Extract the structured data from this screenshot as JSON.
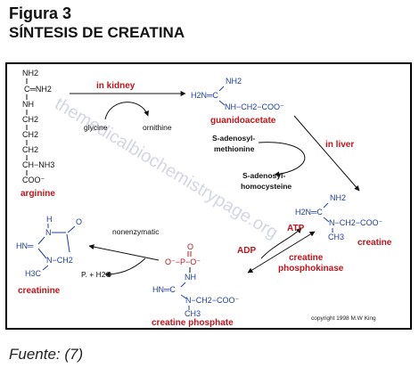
{
  "header": {
    "title": "Figura 3",
    "subtitle": "SÍNTESIS DE CREATINA"
  },
  "footer": {
    "source": "Fuente: (7)"
  },
  "diagram": {
    "watermark": "themedicalbiochemistrypage.org",
    "copyright": "copyright 1998 M.W King",
    "arginine": {
      "nh2": "NH2",
      "c_eq_nh2": "C═NH2",
      "nh": "NH",
      "ch2_a": "CH2",
      "ch2_b": "CH2",
      "ch2_c": "CH2",
      "ch_nh3": "CH−NH3",
      "coo": "COO⁻",
      "name": "arginine"
    },
    "in_kidney": "in kidney",
    "glycine": "glycine",
    "ornithine": "ornithine",
    "guanidoacetate": {
      "nh2": "NH2",
      "h2n_c": "H2N═C",
      "nh_chain": "NH−CH2−COO⁻",
      "name": "guanidoacetate"
    },
    "s_adenosylmethionine_1": "S-adenosyl-",
    "s_adenosylmethionine_2": "methionine",
    "s_adenosylhomocysteine_1": "S-adenosyl-",
    "s_adenosylhomocysteine_2": "homocysteine",
    "in_liver": "in liver",
    "creatine": {
      "nh2": "NH2",
      "h2n_c": "H2N═C",
      "n_chain": "N−CH2−COO⁻",
      "ch3": "CH3",
      "name": "creatine"
    },
    "atp": "ATP",
    "adp": "ADP",
    "creatine_phosphokinase_1": "creatine",
    "creatine_phosphokinase_2": "phosphokinase",
    "creatine_phosphate": {
      "o_top": "O",
      "o_p_o": "O⁻−P−O⁻",
      "nh": "NH",
      "hn_c": "HN═C",
      "n_chain": "N−CH2−COO⁻",
      "ch3": "CH3",
      "name": "creatine phosphate"
    },
    "nonenzymatic": "nonenzymatic",
    "pi_water": "P. + H2O",
    "creatinine": {
      "h": "H",
      "n_top": "N",
      "o": "O",
      "hn": "HN═",
      "n_ch2": "N−CH2",
      "h3c": "H3C",
      "name": "creatinine"
    }
  }
}
